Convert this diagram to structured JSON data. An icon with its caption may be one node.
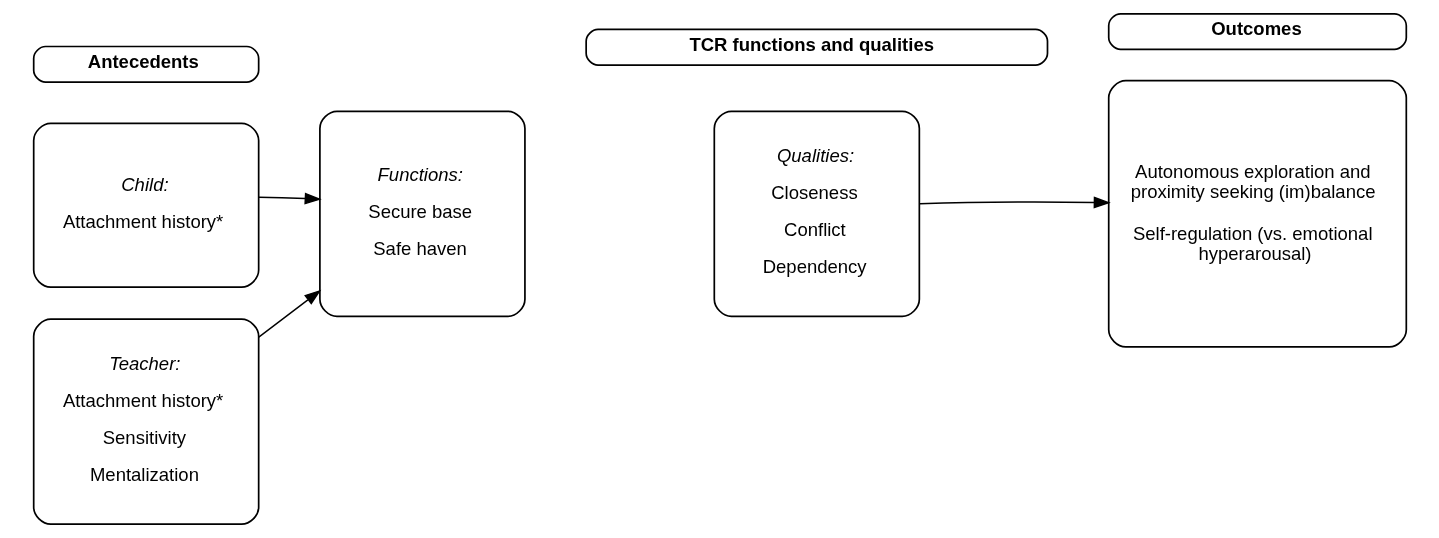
{
  "diagram": {
    "nodes": [
      {
        "text": [
          "Antecedents"
        ]
      },
      {
        "text": [
          "TCR functions and qualities"
        ]
      },
      {
        "text": [
          "Outcomes"
        ]
      },
      {
        "text": [
          "Child:",
          "Attachment history*"
        ]
      },
      {
        "text": [
          "Teacher:",
          "Attachment history*",
          "Sensitivity",
          "Mentalization"
        ]
      },
      {
        "text": [
          "Functions:",
          "Secure base",
          "Safe haven"
        ]
      },
      {
        "text": [
          "Qualities:",
          "Closeness",
          "Conflict",
          "Dependency"
        ]
      },
      {
        "text": [
          "Autonomous exploration and proximity seeking (im)balance",
          "Self-regulation (vs. emotional hyperarousal)"
        ]
      }
    ],
    "edges": [
      {
        "from": 3,
        "to": 5,
        "arrow": "to"
      },
      {
        "from": 4,
        "to": 5,
        "arrow": "to"
      },
      {
        "from": 6,
        "to": 7,
        "arrow": "to"
      }
    ]
  }
}
